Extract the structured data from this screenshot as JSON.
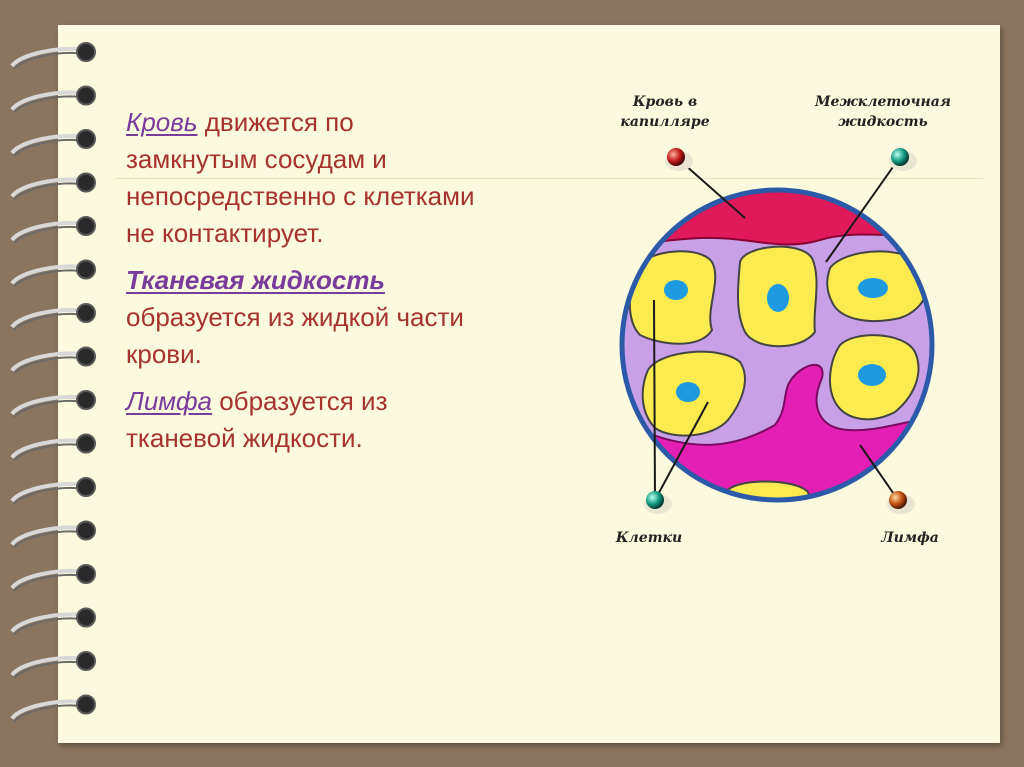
{
  "slide": {
    "paragraphs": [
      {
        "term": "Кровь",
        "term_bold": false,
        "rest": " движется по замкнутым сосудам и непосредственно с клетками не контактирует."
      },
      {
        "term": "Тканевая жидкость",
        "term_bold": true,
        "rest": " образуется из жидкой части крови."
      },
      {
        "term": "Лимфа",
        "term_bold": false,
        "rest": " образуется из тканевой жидкости."
      }
    ]
  },
  "diagram": {
    "labels": {
      "blood_capillary": "Кровь в капилляре",
      "interstitial_fluid": "Межклеточная жидкость",
      "cells": "Клетки",
      "lymph": "Лимфа"
    },
    "colors": {
      "blood": "#e0195a",
      "interstitial_fluid": "#c8a0e8",
      "cell": "#fbeb4f",
      "nucleus": "#1e9be0",
      "lymph": "#e41fb4",
      "circle_border": "#2c5aa8"
    }
  }
}
